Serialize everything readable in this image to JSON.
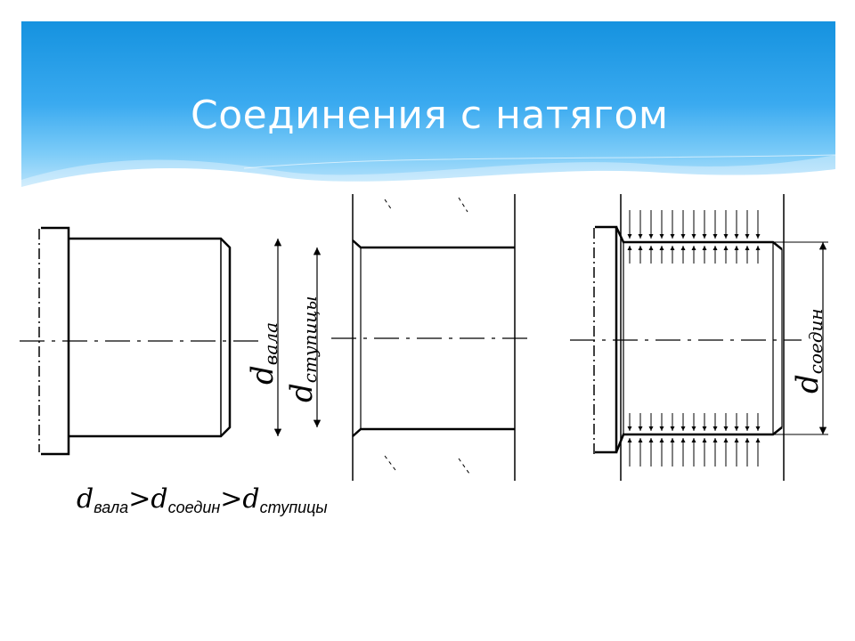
{
  "slide": {
    "title": "Соединения с натягом"
  },
  "figure": {
    "label_d": "d",
    "label_shaft": "вала",
    "label_hub": "ступицы",
    "label_joint": "соедин",
    "gt": ">"
  }
}
